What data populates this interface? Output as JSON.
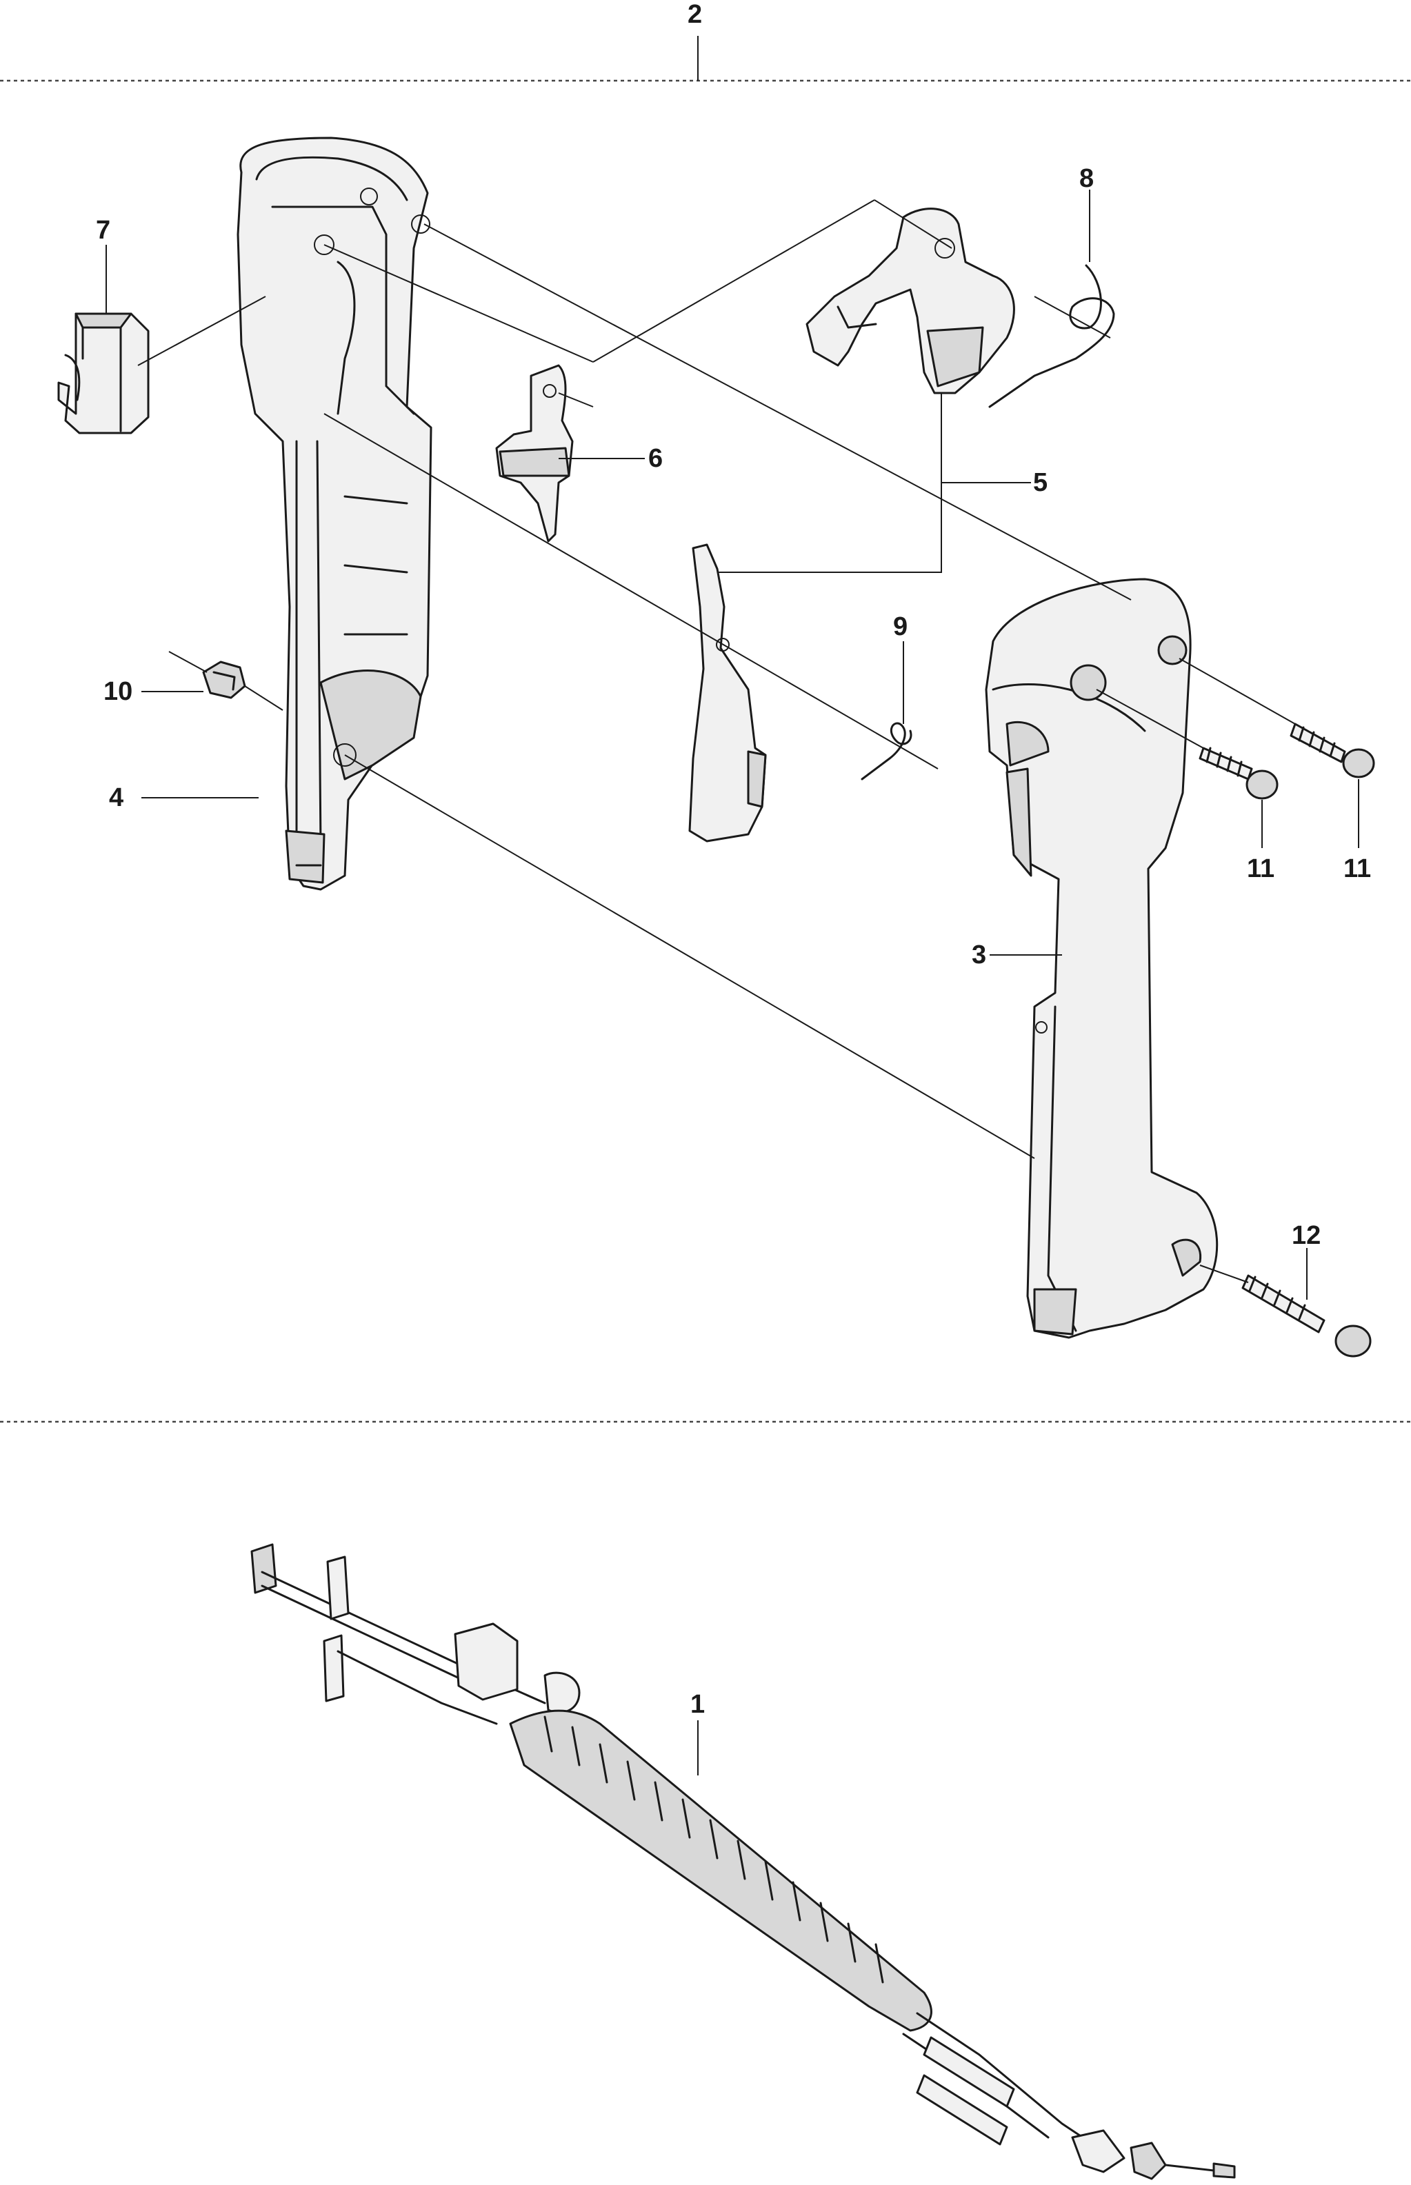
{
  "callouts": {
    "c1": "1",
    "c2": "2",
    "c3": "3",
    "c4": "4",
    "c5": "5",
    "c6": "6",
    "c7": "7",
    "c8": "8",
    "c9": "9",
    "c10": "10",
    "c11a": "11",
    "c11b": "11",
    "c12": "12"
  },
  "colors": {
    "line": "#1a1a1a",
    "part_fill": "#f1f1f1",
    "shade_fill": "#d8d8d8",
    "background": "#ffffff"
  }
}
